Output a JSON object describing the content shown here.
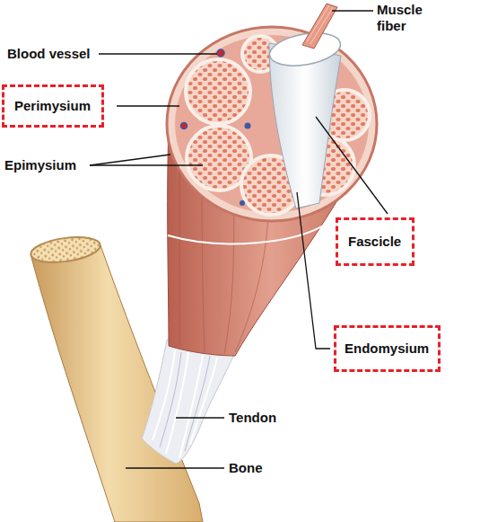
{
  "diagram": {
    "nodes": [
      {
        "text": [
          "Perimysium"
        ]
      },
      {
        "text": [
          "Fascicle"
        ]
      },
      {
        "text": [
          "Endomysium"
        ]
      }
    ],
    "labels": [
      "Muscle fiber",
      "Blood vessel",
      "Epimysium",
      "Tendon",
      "Bone"
    ]
  }
}
